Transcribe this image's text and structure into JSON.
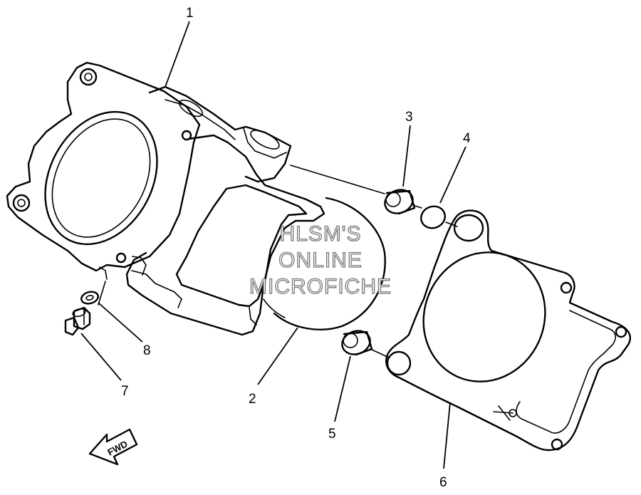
{
  "callouts": [
    {
      "id": "1",
      "label": "1"
    },
    {
      "id": "2",
      "label": "2"
    },
    {
      "id": "3",
      "label": "3"
    },
    {
      "id": "4",
      "label": "4"
    },
    {
      "id": "5",
      "label": "5"
    },
    {
      "id": "6",
      "label": "6"
    },
    {
      "id": "7",
      "label": "7"
    },
    {
      "id": "8",
      "label": "8"
    }
  ],
  "watermark": {
    "line1": "HLSM'S",
    "line2": "ONLINE",
    "line3": "MICROFICHE"
  },
  "direction_arrow": {
    "label": "FWD"
  }
}
